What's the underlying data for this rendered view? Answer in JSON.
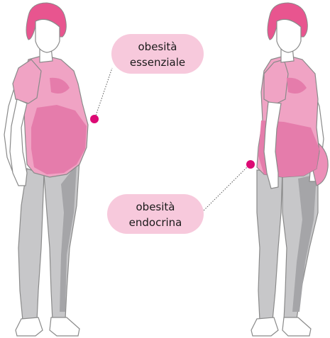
{
  "labels": {
    "essential": {
      "line1": "obesità",
      "line2": "essenziale"
    },
    "endocrine": {
      "line1": "obesità",
      "line2": "endocrina"
    }
  },
  "colors": {
    "hair": "#e8558f",
    "shirt": "#f0a3c4",
    "shirt_shadow": "#e57cab",
    "leotard": "#ec8fb8",
    "skin": "#ffffff",
    "outline": "#8a8a8a",
    "legs": "#c7c7c9",
    "legs_shadow": "#a5a5a8",
    "label_bg": "#f7c9dc",
    "marker": "#dc0a74",
    "leader_line": "#555555"
  }
}
